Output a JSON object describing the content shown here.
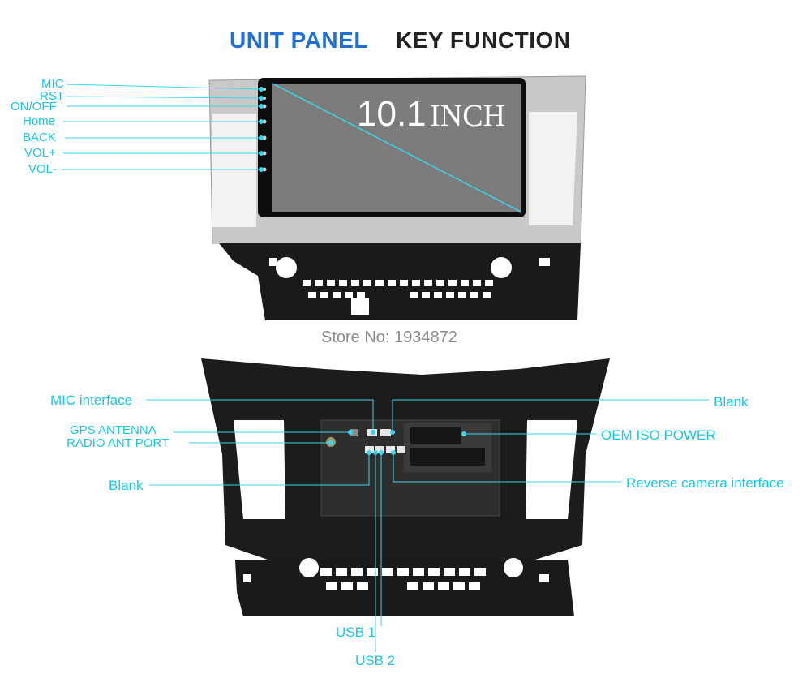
{
  "header": {
    "title_part1": "UNIT PANEL",
    "title_part2": "KEY FUNCTION"
  },
  "front_panel": {
    "screen_size_number": "10.1",
    "screen_size_unit": "INCH",
    "buttons": [
      "MIC",
      "RST",
      "ON/OFF",
      "Home",
      "BACK",
      "VOL+",
      "VOL-"
    ]
  },
  "watermark": "Store No: 1934872",
  "rear_panel": {
    "labels": {
      "mic_interface": "MIC interface",
      "gps_antenna": "GPS ANTENNA",
      "radio_ant_port": "RADIO ANT PORT",
      "blank_left": "Blank",
      "blank_right": "Blank",
      "oem_iso_power": "OEM ISO POWER",
      "reverse_camera": "Reverse camera interface",
      "usb1": "USB 1",
      "usb2": "USB 2"
    }
  },
  "colors": {
    "accent_blue": "#1f6fd6",
    "callout_cyan": "#16c8e6",
    "title_dark": "#222222"
  }
}
